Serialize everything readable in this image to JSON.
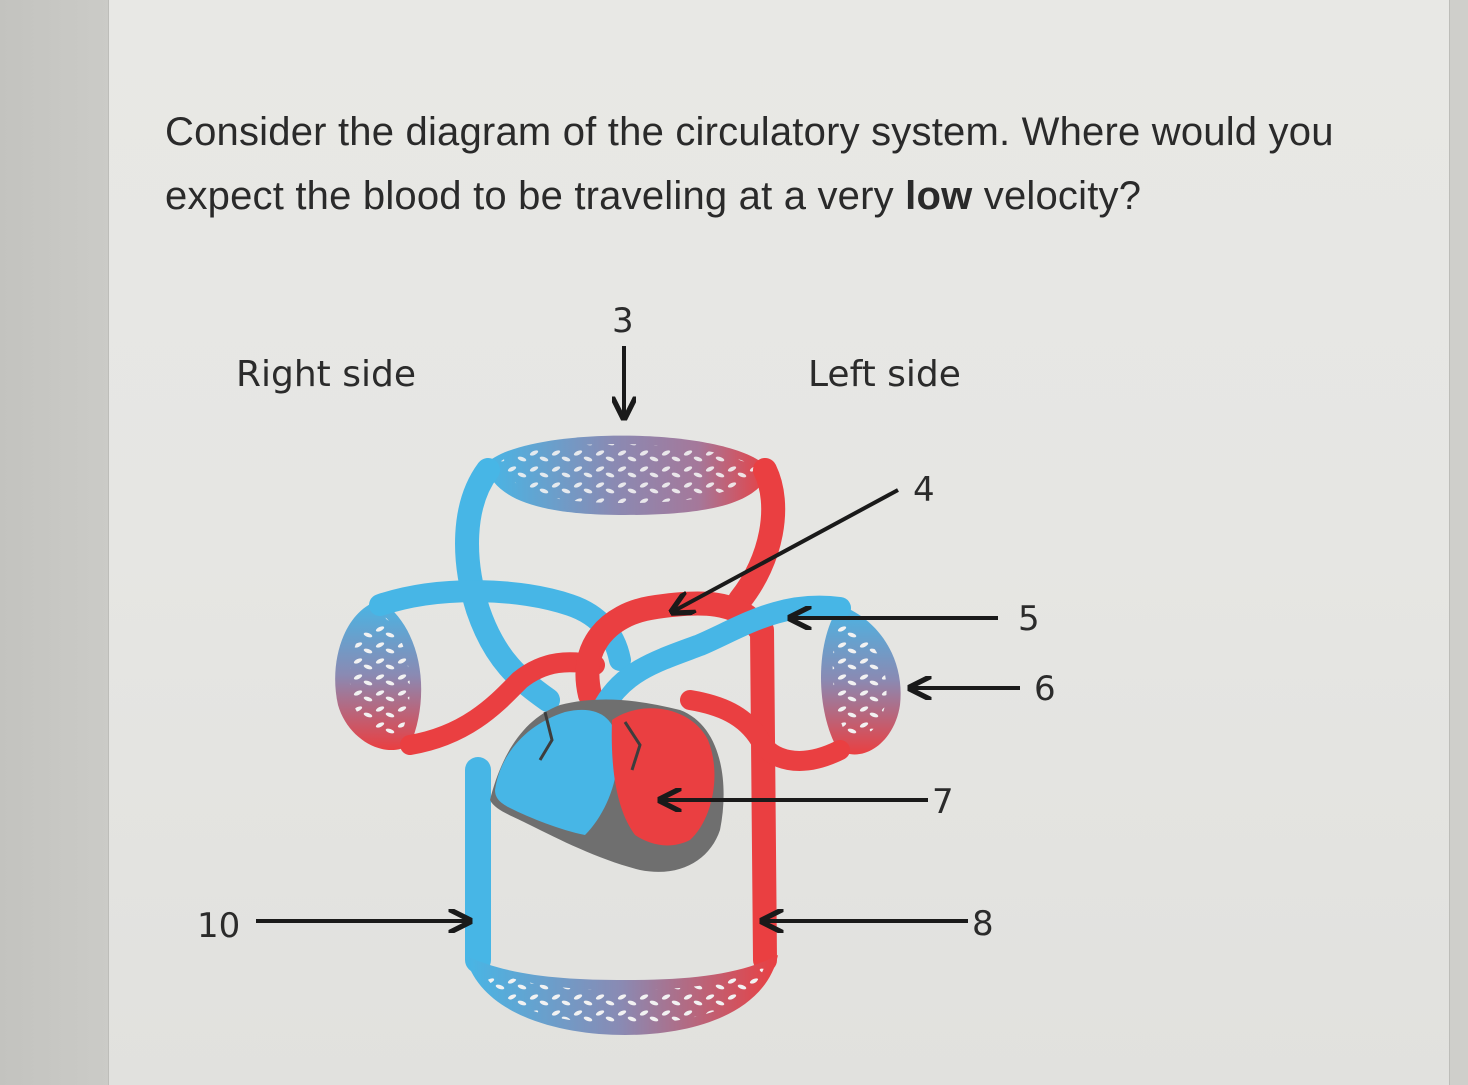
{
  "question": {
    "before": "Consider the diagram of the circulatory system. Where would you expect the blood to be traveling at a very ",
    "emphasis": "low",
    "after": " velocity?"
  },
  "diagram": {
    "side_labels": {
      "right": "Right side",
      "left": "Left side"
    },
    "markers": [
      "3",
      "4",
      "5",
      "6",
      "7",
      "8",
      "10"
    ]
  },
  "colors": {
    "oxygenated": "#ea3f41",
    "deoxygenated": "#47b6e6",
    "capillary": "#8a8ab3",
    "heart_wall": "#6f6f6f"
  }
}
